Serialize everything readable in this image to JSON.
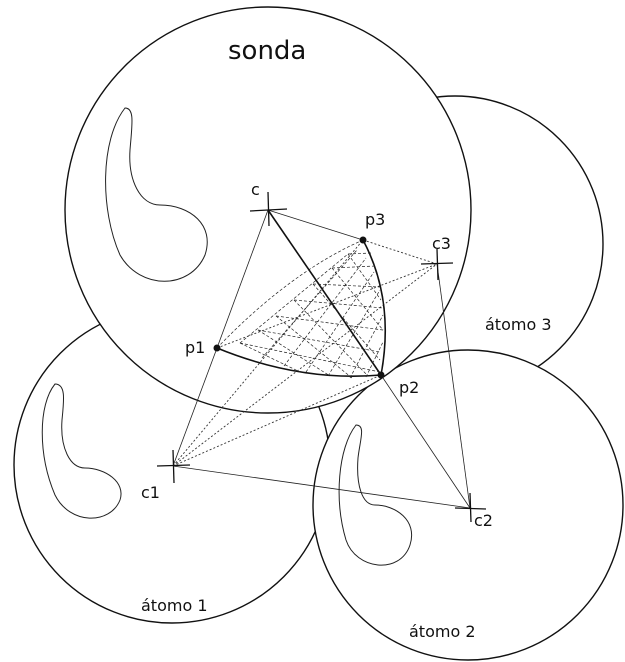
{
  "labels": {
    "probe": "sonda",
    "atom1": "átomo 1",
    "atom2": "átomo 2",
    "atom3": "átomo 3",
    "c": "c",
    "c1": "c1",
    "c2": "c2",
    "c3": "c3",
    "p1": "p1",
    "p2": "p2",
    "p3": "p3"
  }
}
